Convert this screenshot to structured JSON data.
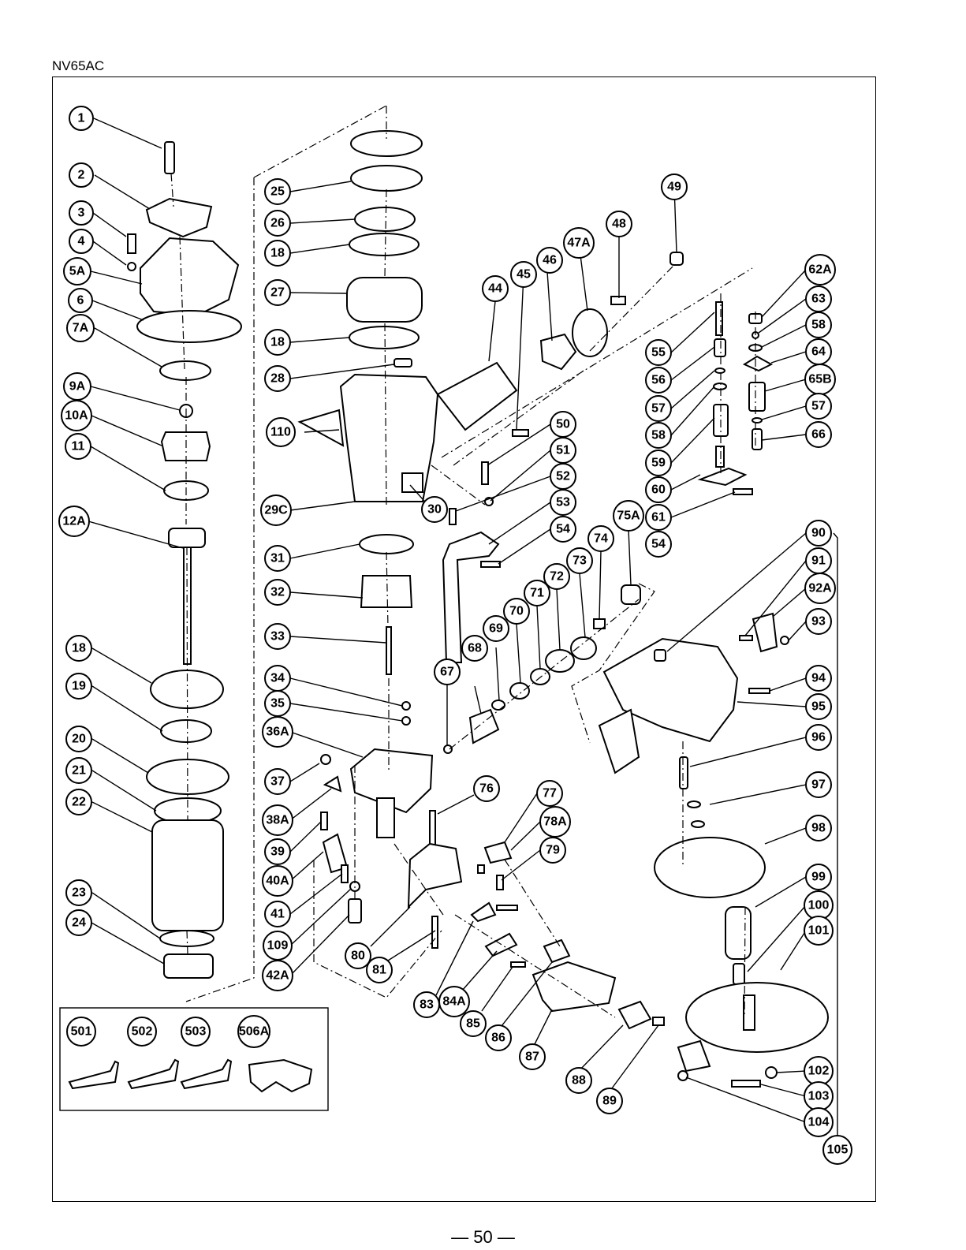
{
  "model": "NV65AC",
  "page_number": "— 50 —",
  "callouts": {
    "c1": "1",
    "c2": "2",
    "c3": "3",
    "c4": "4",
    "c5a": "5A",
    "c6": "6",
    "c7a": "7A",
    "c9a": "9A",
    "c10a": "10A",
    "c11": "11",
    "c12a": "12A",
    "c18a": "18",
    "c19": "19",
    "c20": "20",
    "c21": "21",
    "c22": "22",
    "c23": "23",
    "c24": "24",
    "c25": "25",
    "c26": "26",
    "c18b": "18",
    "c27": "27",
    "c18c": "18",
    "c28": "28",
    "c110": "110",
    "c29c": "29C",
    "c30": "30",
    "c31": "31",
    "c32": "32",
    "c33": "33",
    "c34": "34",
    "c35": "35",
    "c36a": "36A",
    "c37": "37",
    "c38a": "38A",
    "c39": "39",
    "c40a": "40A",
    "c41": "41",
    "c109": "109",
    "c42a": "42A",
    "c44": "44",
    "c45": "45",
    "c46": "46",
    "c47a": "47A",
    "c48": "48",
    "c49": "49",
    "c50": "50",
    "c51": "51",
    "c52": "52",
    "c53": "53",
    "c54a": "54",
    "c55": "55",
    "c56": "56",
    "c57a": "57",
    "c58a": "58",
    "c59": "59",
    "c60": "60",
    "c61": "61",
    "c54b": "54",
    "c62a": "62A",
    "c63": "63",
    "c58b": "58",
    "c64": "64",
    "c65b": "65B",
    "c57b": "57",
    "c66": "66",
    "c67": "67",
    "c68": "68",
    "c69": "69",
    "c70": "70",
    "c71": "71",
    "c72": "72",
    "c73": "73",
    "c74": "74",
    "c75a": "75A",
    "c76": "76",
    "c77": "77",
    "c78a": "78A",
    "c79": "79",
    "c80": "80",
    "c81": "81",
    "c83": "83",
    "c84a": "84A",
    "c85": "85",
    "c86": "86",
    "c87": "87",
    "c88": "88",
    "c89": "89",
    "c90": "90",
    "c91": "91",
    "c92a": "92A",
    "c93": "93",
    "c94": "94",
    "c95": "95",
    "c96": "96",
    "c97": "97",
    "c98": "98",
    "c99": "99",
    "c100": "100",
    "c101": "101",
    "c102": "102",
    "c103": "103",
    "c104": "104",
    "c105": "105",
    "c501": "501",
    "c502": "502",
    "c503": "503",
    "c506a": "506A"
  }
}
